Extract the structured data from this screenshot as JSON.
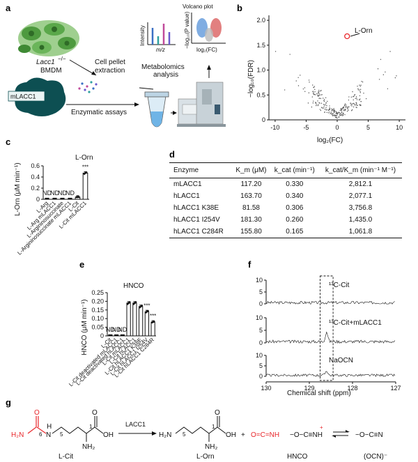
{
  "panel_labels": {
    "a": "a",
    "b": "b",
    "c": "c",
    "d": "d",
    "e": "e",
    "f": "f",
    "g": "g"
  },
  "panel_a": {
    "bmdm_label_1": "Lacc1",
    "bmdm_label_sup": "−/−",
    "bmdm_label_2": "BMDM",
    "protein_label": "mLACC1",
    "cell_pellet": "Cell pellet",
    "extraction": "extraction",
    "enzymatic": "Enzymatic assays",
    "metabolomics_1": "Metabolomics",
    "metabolomics_2": "analysis",
    "ms_ylabel": "Intensity",
    "ms_xlabel": "m/z",
    "volcano_title": "Volcano plot",
    "volcano_ylabel": "−log₁₀(P value)",
    "volcano_xlabel": "log₂(FC)"
  },
  "panel_b": {
    "chart_data": {
      "type": "scatter",
      "xlabel": "log₂(FC)",
      "ylabel": "−log₁₀(FDR)",
      "xlim": [
        -11,
        11
      ],
      "ylim": [
        0,
        2.1
      ],
      "xticks": [
        -10,
        -5,
        0,
        5,
        10
      ],
      "yticks": [
        0,
        0.5,
        1.0,
        1.5,
        2.0
      ],
      "ytick_labels": [
        "0",
        "0.5",
        "1.0",
        "1.5",
        "2.0"
      ],
      "highlight": {
        "label": "L-Orn",
        "x": 1.6,
        "y": 1.68
      }
    }
  },
  "panel_c": {
    "chart_data": {
      "type": "bar",
      "title": "L-Orn",
      "ylabel": "L-Orn (μM min⁻¹)",
      "ylim": [
        0,
        0.6
      ],
      "yticks": [
        0,
        0.2,
        0.4,
        0.6
      ],
      "ytick_labels": [
        "0",
        "0.2",
        "0.4",
        "0.6"
      ],
      "categories": [
        "L-Arg",
        "L-Arg mLACC1",
        "L-Argininosuccinate",
        "L-Argininosuccinate mLACC1",
        "L-Cit",
        "L-Cit mLACC1"
      ],
      "values": [
        0,
        0,
        0,
        0,
        0.04,
        0.47
      ],
      "bar_labels": [
        "ND",
        "ND",
        "ND",
        "ND",
        "",
        ""
      ],
      "significance": [
        "",
        "",
        "",
        "",
        "",
        "***"
      ]
    }
  },
  "panel_d": {
    "headers": [
      "Enzyme",
      "K_m (μM)",
      "k_cat (min⁻¹)",
      "k_cat/K_m (min⁻¹ M⁻¹)"
    ],
    "rows": [
      [
        "mLACC1",
        "117.20",
        "0.330",
        "2,812.1"
      ],
      [
        "hLACC1",
        "163.70",
        "0.340",
        "2,077.1"
      ],
      [
        "hLACC1 K38E",
        "81.58",
        "0.306",
        "3,756.8"
      ],
      [
        "hLACC1 I254V",
        "181.30",
        "0.260",
        "1,435.0"
      ],
      [
        "hLACC1 C284R",
        "155.80",
        "0.165",
        "1,061.8"
      ]
    ]
  },
  "panel_e": {
    "chart_data": {
      "type": "bar",
      "title": "HNCO",
      "ylabel": "HNCO (μM min⁻¹)",
      "ylim": [
        0,
        0.25
      ],
      "yticks": [
        0,
        0.05,
        0.1,
        0.15,
        0.2,
        0.25
      ],
      "ytick_labels": [
        "0",
        "0.05",
        "0.10",
        "0.15",
        "0.20",
        "0.25"
      ],
      "categories": [
        "L-Cit",
        "L-Cit deactivated mLACC1",
        "L-Cit deactivated hLACC1",
        "L-Cit mLACC1",
        "L-Cit hLACC1",
        "L-Cit hLACC1 K38E",
        "L-Cit hLACC1 I254V",
        "L-Cit hLACC1 C284R"
      ],
      "values": [
        0,
        0,
        0,
        0.19,
        0.19,
        0.17,
        0.14,
        0.08
      ],
      "bar_labels": [
        "ND",
        "ND",
        "ND",
        "",
        "",
        "",
        "",
        ""
      ],
      "significance": [
        "",
        "",
        "",
        "",
        "",
        "",
        "***",
        "***"
      ]
    }
  },
  "panel_f": {
    "chart_data": {
      "type": "line",
      "xlabel": "Chemical shift (ppm)",
      "xlim": [
        130,
        127
      ],
      "xticks": [
        130,
        129,
        128,
        127
      ],
      "series": [
        {
          "name": "¹³C-Cit",
          "yticks": [
            "10",
            "5",
            "0"
          ]
        },
        {
          "name": "¹³C-Cit+mLACC1",
          "yticks": [
            "10",
            "5",
            "0"
          ]
        },
        {
          "name": "NaOCN",
          "yticks": [
            "10",
            "5",
            "0"
          ]
        }
      ],
      "highlight_region": [
        128.75,
        128.45
      ]
    }
  },
  "panel_g": {
    "lcit": "L-Cit",
    "lorn": "L-Orn",
    "hnco": "HNCO",
    "ocn": "(OCN)⁻",
    "enzyme": "LACC1",
    "plus": "+",
    "h2n": "H₂N",
    "nh2": "NH₂",
    "oh": "OH",
    "o": "O",
    "n": "N",
    "h": "H",
    "num6": "6",
    "num5": "5",
    "num1": "1",
    "ocn_line": "O=C=NH",
    "res1": "−O−C≡NH",
    "res1_plus": "+",
    "res2": "−O−C≡N",
    "colors": {
      "red": "#e8262a",
      "black": "#111111"
    }
  }
}
